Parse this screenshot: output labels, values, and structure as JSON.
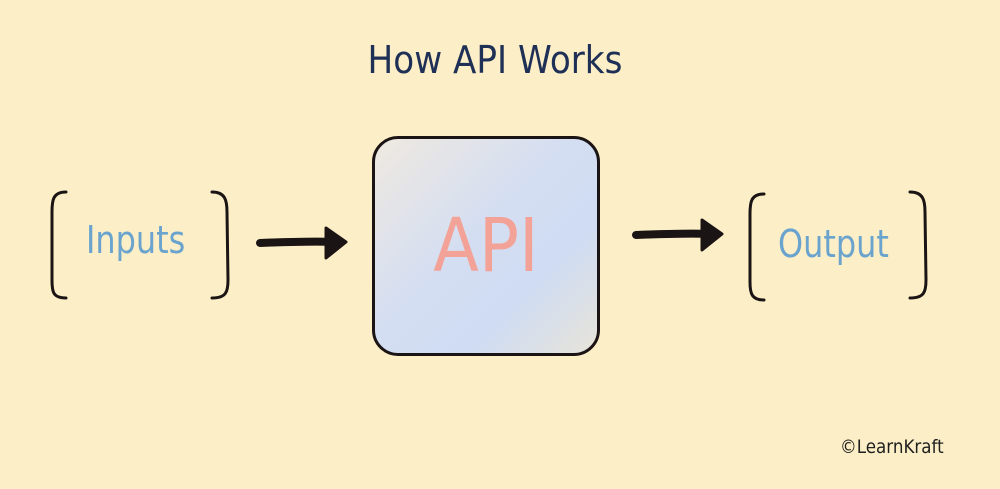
{
  "diagram": {
    "title": "How API Works",
    "input_label": "Inputs",
    "api_label": "API",
    "output_label": "Output",
    "credit": "©LearnKraft"
  },
  "colors": {
    "background": "#fcefc7",
    "title": "#1f3057",
    "labels": "#6aa3cd",
    "api_text": "#f3a297",
    "lines": "#1b1414"
  },
  "icons": {
    "input_brackets": "bracket-pair",
    "output_brackets": "bracket-pair",
    "arrows": "right-arrow"
  }
}
